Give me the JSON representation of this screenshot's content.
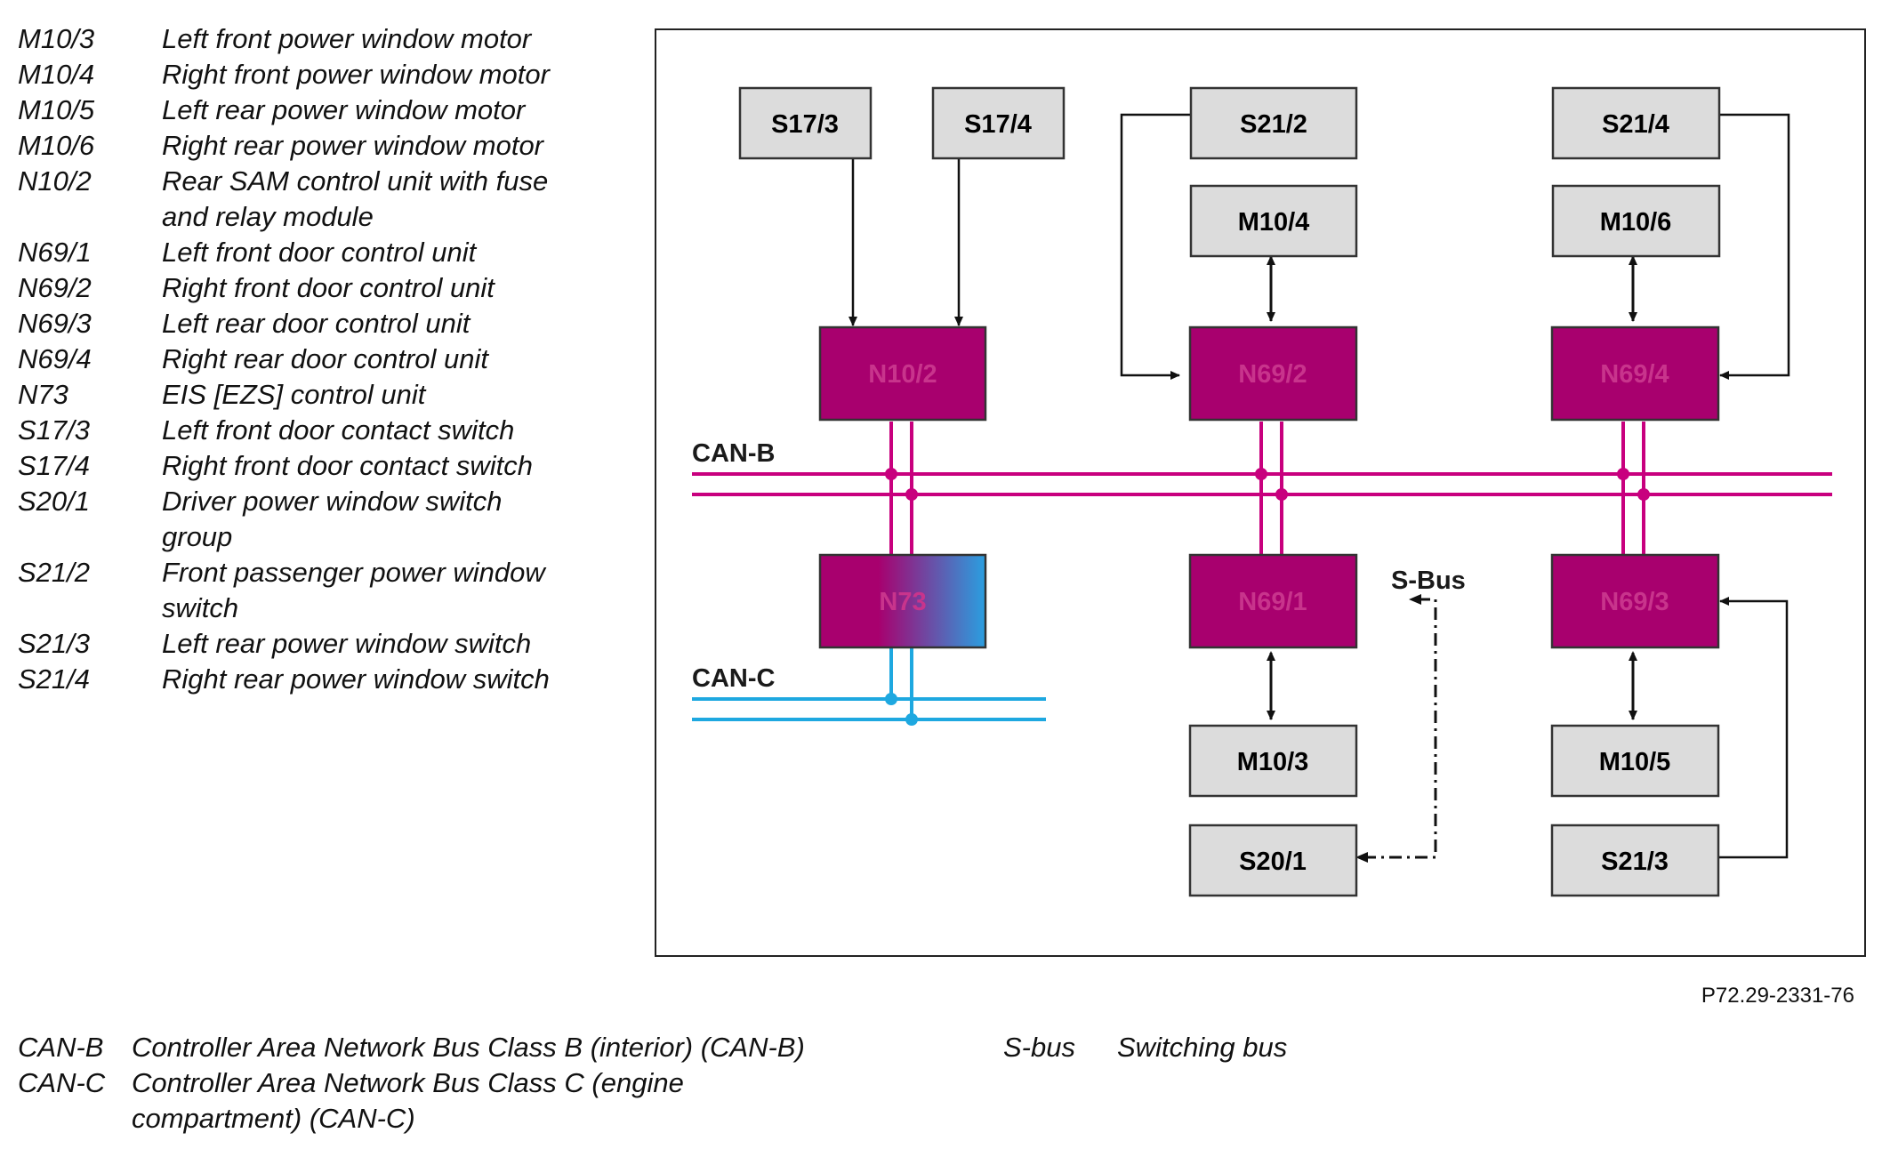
{
  "legend": [
    {
      "code": "M10/3",
      "desc": "Left front power window motor"
    },
    {
      "code": "M10/4",
      "desc": "Right front power window motor"
    },
    {
      "code": "M10/5",
      "desc": "Left rear power window motor"
    },
    {
      "code": "M10/6",
      "desc": "Right rear power window motor"
    },
    {
      "code": "N10/2",
      "desc": "Rear SAM control unit with fuse",
      "desc2": "and relay module"
    },
    {
      "code": "N69/1",
      "desc": "Left front door control unit"
    },
    {
      "code": "N69/2",
      "desc": "Right front door control unit"
    },
    {
      "code": "N69/3",
      "desc": "Left rear door control unit"
    },
    {
      "code": "N69/4",
      "desc": "Right rear door control unit"
    },
    {
      "code": "N73",
      "desc": "EIS [EZS] control unit"
    },
    {
      "code": "S17/3",
      "desc": "Left front door contact switch"
    },
    {
      "code": "S17/4",
      "desc": "Right front door contact switch"
    },
    {
      "code": "S20/1",
      "desc": "Driver power window switch",
      "desc2": "group"
    },
    {
      "code": "S21/2",
      "desc": "Front passenger power window",
      "desc2": "switch"
    },
    {
      "code": "S21/3",
      "desc": "Left rear power window switch"
    },
    {
      "code": "S21/4",
      "desc": "Right rear power window switch"
    }
  ],
  "diagram": {
    "boxes": {
      "s17_3": "S17/3",
      "s17_4": "S17/4",
      "s21_2": "S21/2",
      "s21_4": "S21/4",
      "m10_4": "M10/4",
      "m10_6": "M10/6",
      "n10_2": "N10/2",
      "n69_2": "N69/2",
      "n69_4": "N69/4",
      "n73": "N73",
      "n69_1": "N69/1",
      "n69_3": "N69/3",
      "m10_3": "M10/3",
      "m10_5": "M10/5",
      "s20_1": "S20/1",
      "s21_3": "S21/3"
    },
    "bus_labels": {
      "can_b": "CAN-B",
      "can_c": "CAN-C",
      "s_bus": "S-Bus"
    },
    "colors": {
      "control_unit_fill": "#a8006e",
      "control_unit_text": "#c8348c",
      "can_b_line": "#c8007e",
      "can_c_line": "#1ea8e0",
      "switch_fill": "#dcdcdc",
      "gradient_end": "#2a9fe0"
    }
  },
  "figure_id": "P72.29-2331-76",
  "abbreviations": [
    {
      "code": "CAN-B",
      "desc": "Controller Area Network Bus Class B (interior) (CAN-B)"
    },
    {
      "code": "CAN-C",
      "desc": "Controller Area Network Bus Class C (engine",
      "desc2": "compartment) (CAN-C)"
    },
    {
      "code": "S-bus",
      "desc": "Switching bus"
    }
  ]
}
